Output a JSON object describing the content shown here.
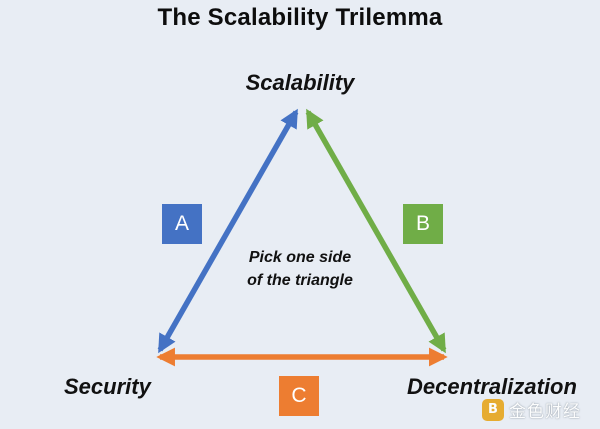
{
  "diagram": {
    "title": "The Scalability Trilemma",
    "vertices": {
      "top": "Scalability",
      "left": "Security",
      "right": "Decentralization"
    },
    "center_text": [
      "Pick one side",
      "of the triangle"
    ],
    "sides": [
      {
        "id": "A",
        "label": "A",
        "color": "#4472c4",
        "connects": [
          "Security",
          "Scalability"
        ]
      },
      {
        "id": "B",
        "label": "B",
        "color": "#70ad47",
        "connects": [
          "Scalability",
          "Decentralization"
        ]
      },
      {
        "id": "C",
        "label": "C",
        "color": "#ed7d31",
        "connects": [
          "Security",
          "Decentralization"
        ]
      }
    ]
  },
  "watermark": {
    "logo_glyph": "B",
    "text": "金色财经"
  }
}
